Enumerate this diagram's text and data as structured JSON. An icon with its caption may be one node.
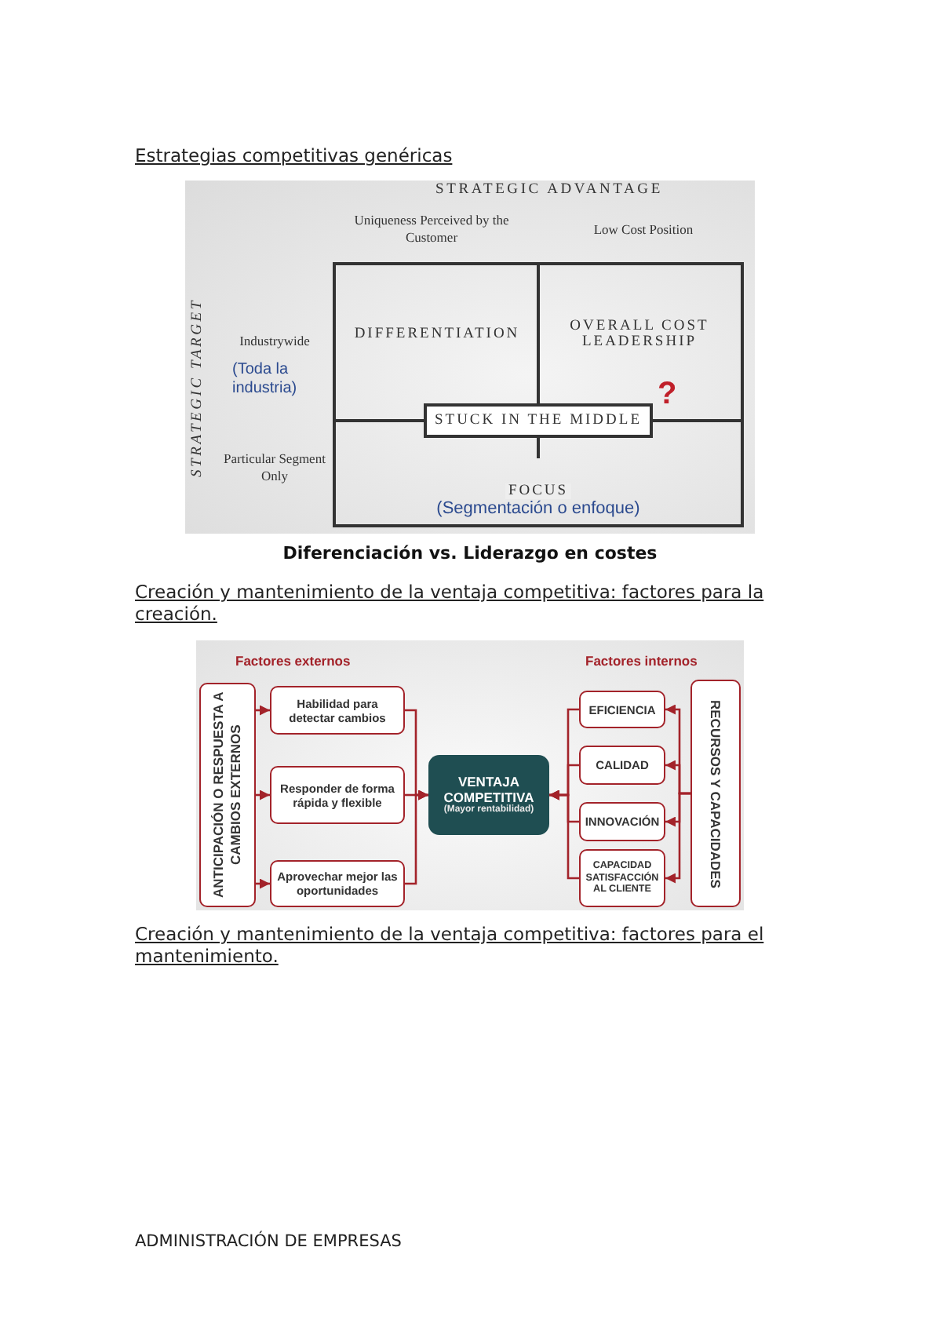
{
  "diagram": {
    "nodes": [
      {
        "text": [
          "DIFFERENTIATION"
        ]
      },
      {
        "text": [
          "OVERALL COST LEADERSHIP"
        ]
      },
      {
        "text": [
          "STUCK IN THE MIDDLE"
        ],
        "beside": [
          "?"
        ]
      },
      {
        "text": [
          "FOCUS",
          "(Segmentación o enfoque)"
        ]
      },
      {
        "text": [
          "ANTICIPACIÓN O RESPUESTA A CAMBIOS EXTERNOS"
        ]
      },
      {
        "text": [
          "Habilidad para detectar cambios"
        ]
      },
      {
        "text": [
          "Responder de forma rápida y flexible"
        ]
      },
      {
        "text": [
          "Aprovechar mejor las oportunidades"
        ]
      },
      {
        "text": [
          "VENTAJA COMPETITIVA",
          "(Mayor rentabilidad)"
        ]
      },
      {
        "text": [
          "EFICIENCIA"
        ]
      },
      {
        "text": [
          "CALIDAD"
        ]
      },
      {
        "text": [
          "INNOVACIÓN"
        ]
      },
      {
        "text": [
          "CAPACIDAD SATISFACCIÓN AL CLIENTE"
        ]
      },
      {
        "text": [
          "RECURSOS Y CAPACIDADES"
        ]
      }
    ],
    "edges": [
      {
        "from": 4,
        "to": 5,
        "arrow": "to"
      },
      {
        "from": 4,
        "to": 6,
        "arrow": "to"
      },
      {
        "from": 4,
        "to": 7,
        "arrow": "to"
      },
      {
        "from": 5,
        "to": 8,
        "arrow": "to"
      },
      {
        "from": 6,
        "to": 8,
        "arrow": "to"
      },
      {
        "from": 7,
        "to": 8,
        "arrow": "to"
      },
      {
        "from": 9,
        "to": 8,
        "arrow": "to"
      },
      {
        "from": 10,
        "to": 8,
        "arrow": "to"
      },
      {
        "from": 11,
        "to": 8,
        "arrow": "to"
      },
      {
        "from": 12,
        "to": 8,
        "arrow": "to"
      },
      {
        "from": 13,
        "to": 9,
        "arrow": "to"
      },
      {
        "from": 13,
        "to": 10,
        "arrow": "to"
      },
      {
        "from": 13,
        "to": 11,
        "arrow": "to"
      },
      {
        "from": 13,
        "to": 12,
        "arrow": "to"
      }
    ],
    "labels": [
      "Estrategias competitivas genéricas",
      "STRATEGIC ADVANTAGE",
      "Uniqueness Perceived by the Customer",
      "Low Cost Position",
      "STRATEGIC TARGET",
      "Industrywide",
      "(Toda la industria)",
      "Particular Segment Only",
      "Diferenciación vs. Liderazgo en costes",
      "Creación y mantenimiento de la ventaja competitiva: factores para la creación.",
      "Factores externos",
      "Factores internos",
      "Creación y mantenimiento de la ventaja competitiva: factores para el mantenimiento.",
      "ADMINISTRACIÓN DE EMPRESAS"
    ]
  }
}
